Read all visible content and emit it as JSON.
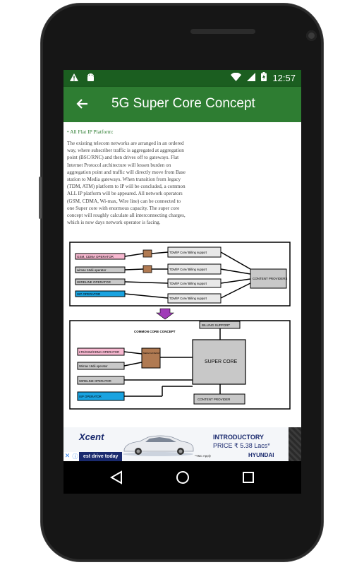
{
  "status_bar": {
    "time": "12:57",
    "left_icons": [
      "warning-icon",
      "android-icon"
    ],
    "right_icons": [
      "wifi-icon",
      "signal-icon",
      "battery-icon"
    ]
  },
  "app_bar": {
    "title": "5G Super Core Concept",
    "back_icon": "arrow-back-icon",
    "color": "#2e7d32",
    "status_color": "#1b5e20"
  },
  "content": {
    "bullet": "• All Flat IP Platform:",
    "paragraph": "The existing telecom networks are arranged in an ordered way, where subscriber traffic is aggregated at aggregation point (BSC/RNC) and then drives off to gateways. Flat Internet Protocol architecture will lessen burden on aggregation point and traffic will directly move from Base station to Media gateways. When transition from legacy (TDM, ATM) platform to IP will be concluded, a common ALL IP platform will be appeared. All network operators (GSM, CDMA, Wi-max, Wire line) can be connected to one Super core with enormous capacity. The super core concept will roughly calculate all interconnecting charges, which is now days network operator is facing."
  },
  "diagram_top": {
    "operators": [
      "GSM, CDMA OPERATOR",
      "wimax 16dii operator",
      "WIRELINE OPERATOR",
      "ISP OPERATOR"
    ],
    "billing": [
      "TDM/IP Core/ Billing support",
      "TDM/IP Core/ Billing support",
      "TDM/IP Core/ Billing support",
      "TDM/IP Core/ Billing support"
    ],
    "content_providers": "CONTENT PROVIDERS"
  },
  "diagram_bottom": {
    "title": "COMMON CORE CONCEPT",
    "billing": "BILLING SUPPORT",
    "operators": [
      "LTE/GSM/CDMA OPERATOR",
      "Wimax 16dii operator",
      "WIRELINE OPERATOR",
      "ISP OPERATOR"
    ],
    "gateway": "MEDIA GATEWAY",
    "super_core": "SUPER CORE",
    "content_provider": "CONTENT PROVIDER"
  },
  "ad": {
    "logo": "Xcent",
    "headline": "INTRODUCTORY",
    "price": "PRICE ₹ 5.38 Lacs*",
    "tc": "*T&C Apply",
    "brand": "HYUNDAI",
    "cta": "est drive today",
    "close": "✕",
    "info": "ⓘ"
  },
  "nav": {
    "back_icon": "nav-back-icon",
    "home_icon": "nav-home-icon",
    "recents_icon": "nav-recents-icon"
  }
}
